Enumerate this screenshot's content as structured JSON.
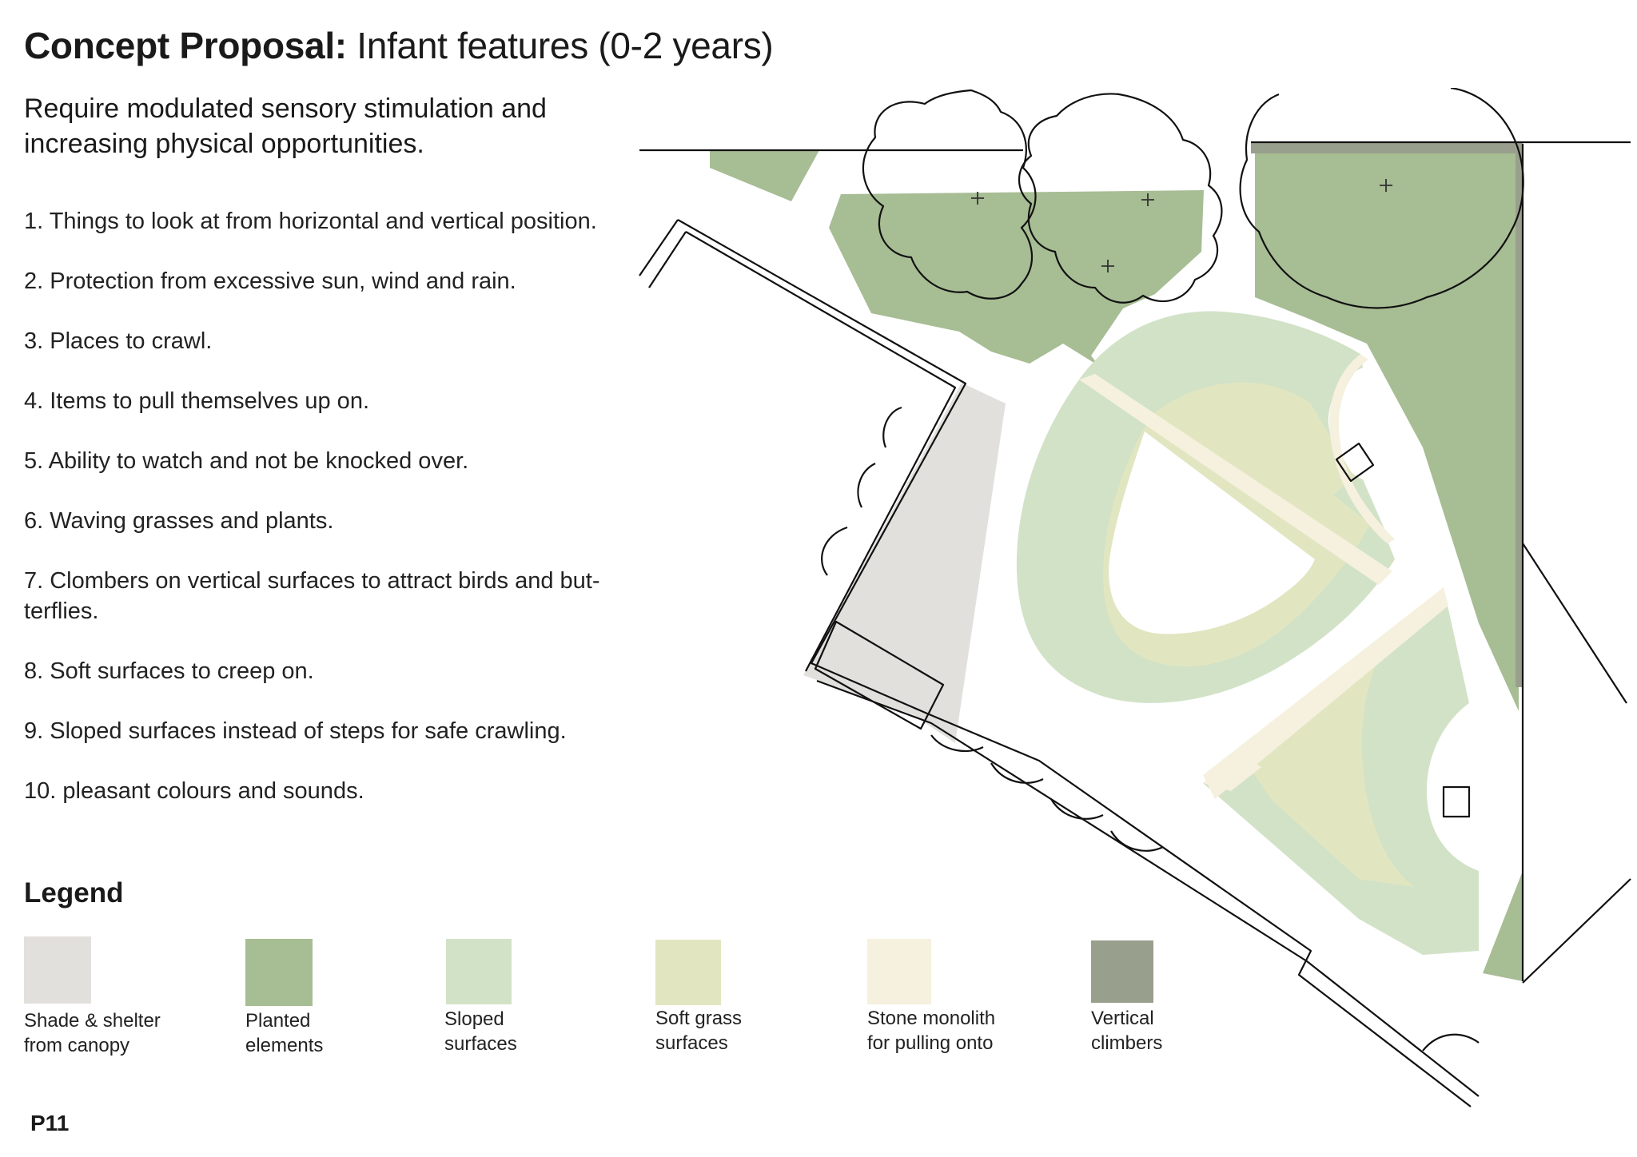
{
  "header": {
    "title_bold": "Concept Proposal:",
    "title_rest": " Infant features (0-2 years)",
    "subtitle": "Require modulated sensory stimulation and increasing physical opportunities."
  },
  "features": [
    " 1. Things to look at from horizontal and vertical position.",
    "2. Protection from excessive sun, wind and rain.",
    "3. Places to crawl.",
    "4. Items to pull themselves up on.",
    "5. Ability to watch and not be knocked over.",
    "6. Waving grasses and plants.",
    "7. Clombers on vertical surfaces to attract birds and but-terflies.",
    "8.  Soft surfaces to creep on.",
    "9.  Sloped surfaces instead of steps for safe crawling.",
    "10. pleasant colours and sounds."
  ],
  "legend": {
    "heading": "Legend",
    "items": [
      {
        "label": "Shade & shelter\nfrom canopy",
        "color": "#e2e0dd"
      },
      {
        "label": "Planted\nelements",
        "color": "#a7bd94"
      },
      {
        "label": "Sloped\nsurfaces",
        "color": "#d2e2c7"
      },
      {
        "label": "Soft grass\nsurfaces",
        "color": "#e1e6c1"
      },
      {
        "label": "Stone monolith\nfor pulling onto",
        "color": "#f5f1de"
      },
      {
        "label": "Vertical\nclimbers",
        "color": "#999f8d"
      }
    ]
  },
  "page": {
    "number": "P11"
  }
}
